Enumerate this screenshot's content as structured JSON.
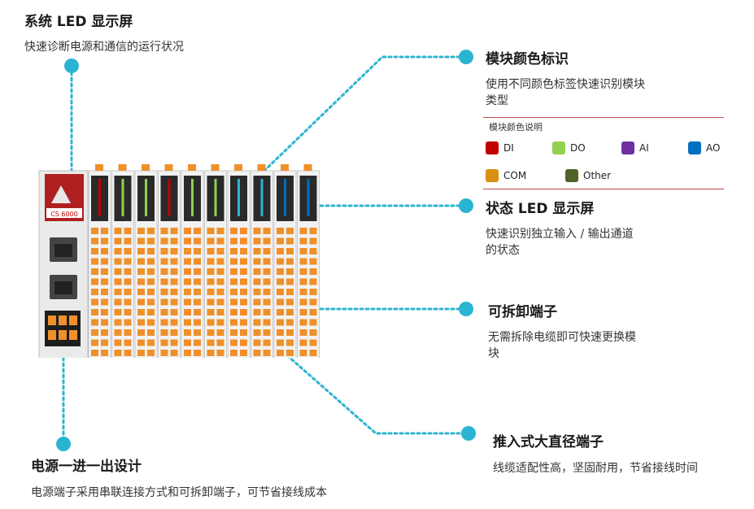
{
  "callouts": {
    "system_led": {
      "title": "系统 LED 显示屏",
      "desc": "快速诊断电源和通信的运行状况"
    },
    "module_color": {
      "title": "模块颜色标识",
      "desc_line1": "使用不同颜色标签快速识别模块",
      "desc_line2": "类型"
    },
    "status_led": {
      "title": "状态 LED 显示屏",
      "desc_line1": "快速识别独立输入 / 输出通道",
      "desc_line2": "的状态"
    },
    "removable_terminal": {
      "title": "可拆卸端子",
      "desc_line1": "无需拆除电缆即可快速更换模",
      "desc_line2": "块"
    },
    "push_in": {
      "title": "推入式大直径端子",
      "desc": "线缆适配性高，坚固耐用，节省接线时间"
    },
    "power": {
      "title": "电源一进一出设计",
      "desc": "电源端子采用串联连接方式和可拆卸端子，可节省接线成本"
    }
  },
  "legend": {
    "title": "模块颜色说明",
    "items": [
      {
        "label": "DI",
        "color": "#c00000"
      },
      {
        "label": "DO",
        "color": "#92d050"
      },
      {
        "label": "AI",
        "color": "#7030a0"
      },
      {
        "label": "AO",
        "color": "#0070c0"
      },
      {
        "label": "COM",
        "color": "#d89010"
      },
      {
        "label": "Other",
        "color": "#4f6228"
      }
    ]
  },
  "device": {
    "model_label": "CS 6000"
  },
  "colors": {
    "accent": "#2bb4d1",
    "divider": "#c84b4b",
    "terminal_orange": "#f0902a"
  }
}
